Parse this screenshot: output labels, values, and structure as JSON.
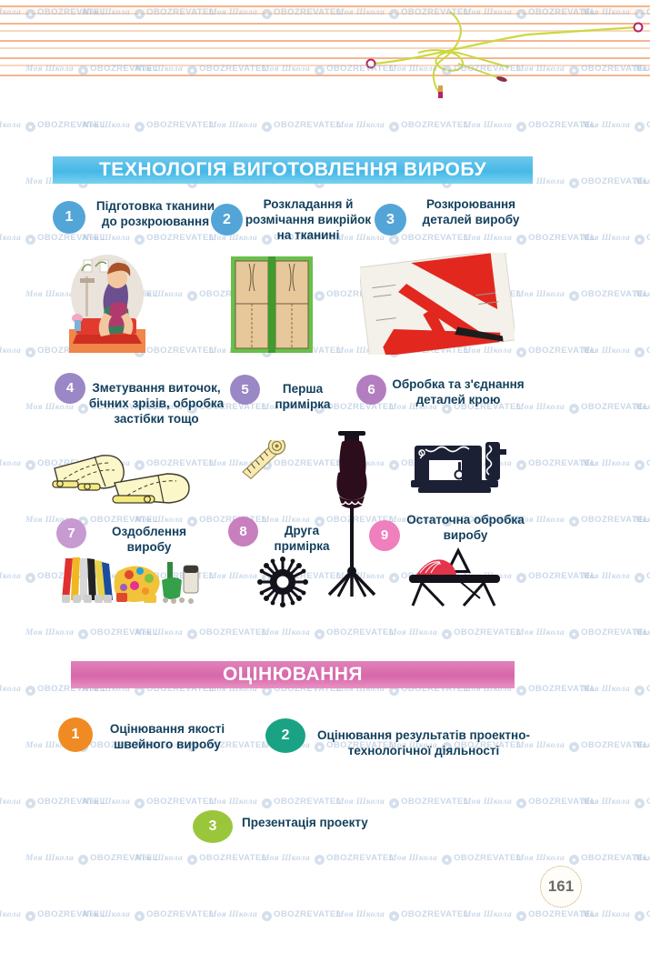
{
  "page": {
    "number": "161",
    "watermark_school": "Моя Школа",
    "watermark_brand": "OBOZREVATEL"
  },
  "sections": [
    {
      "id": "technology",
      "title": "ТЕХНОЛОГІЯ ВИГОТОВЛЕННЯ ВИРОБУ",
      "banner_color": "#46b8e6",
      "steps": [
        {
          "num": "1",
          "color": "#53a5d8",
          "text": "Підготовка тканини до розкроювання",
          "illustration": "woman-ironing-red-fabric"
        },
        {
          "num": "2",
          "color": "#53a5d8",
          "text": "Розкладання й розмічання викрійок на тканині",
          "illustration": "pattern-layout-on-fabric"
        },
        {
          "num": "3",
          "color": "#53a5d8",
          "text": "Розкроювання деталей виробу",
          "illustration": "red-cut-fabric-pieces"
        },
        {
          "num": "4",
          "color": "#9a87c6",
          "text": "Зметування виточок, бічних зрізів, обробка застібки тощо",
          "illustration": "basting-seam-diagram"
        },
        {
          "num": "5",
          "color": "#9a87c6",
          "text": "Перша примірка",
          "illustration": "measuring-tape"
        },
        {
          "num": "6",
          "color": "#b37ec0",
          "text": "Обробка та з'єднання деталей крою",
          "illustration": "sewing-machine"
        },
        {
          "num": "7",
          "color": "#c79ad2",
          "text": "Оздоблення виробу",
          "illustration": "zippers-buttons-eyelet-tool"
        },
        {
          "num": "8",
          "color": "#c77fbe",
          "text": "Друга примірка",
          "illustration": "dress-form-mannequin"
        },
        {
          "num": "9",
          "color": "#ef7fbd",
          "text": "Остаточна обробка виробу",
          "illustration": "ironing-board-with-iron"
        }
      ]
    },
    {
      "id": "evaluation",
      "title": "ОЦІНЮВАННЯ",
      "banner_color": "#d767a9",
      "steps": [
        {
          "num": "1",
          "color": "#f08b23",
          "text": "Оцінювання якості швейного виробу"
        },
        {
          "num": "2",
          "color": "#19a384",
          "text": "Оцінювання результатів проектно-технологічної діяльності"
        },
        {
          "num": "3",
          "color": "#9ac63b",
          "text": "Презентація проекту"
        }
      ]
    }
  ]
}
